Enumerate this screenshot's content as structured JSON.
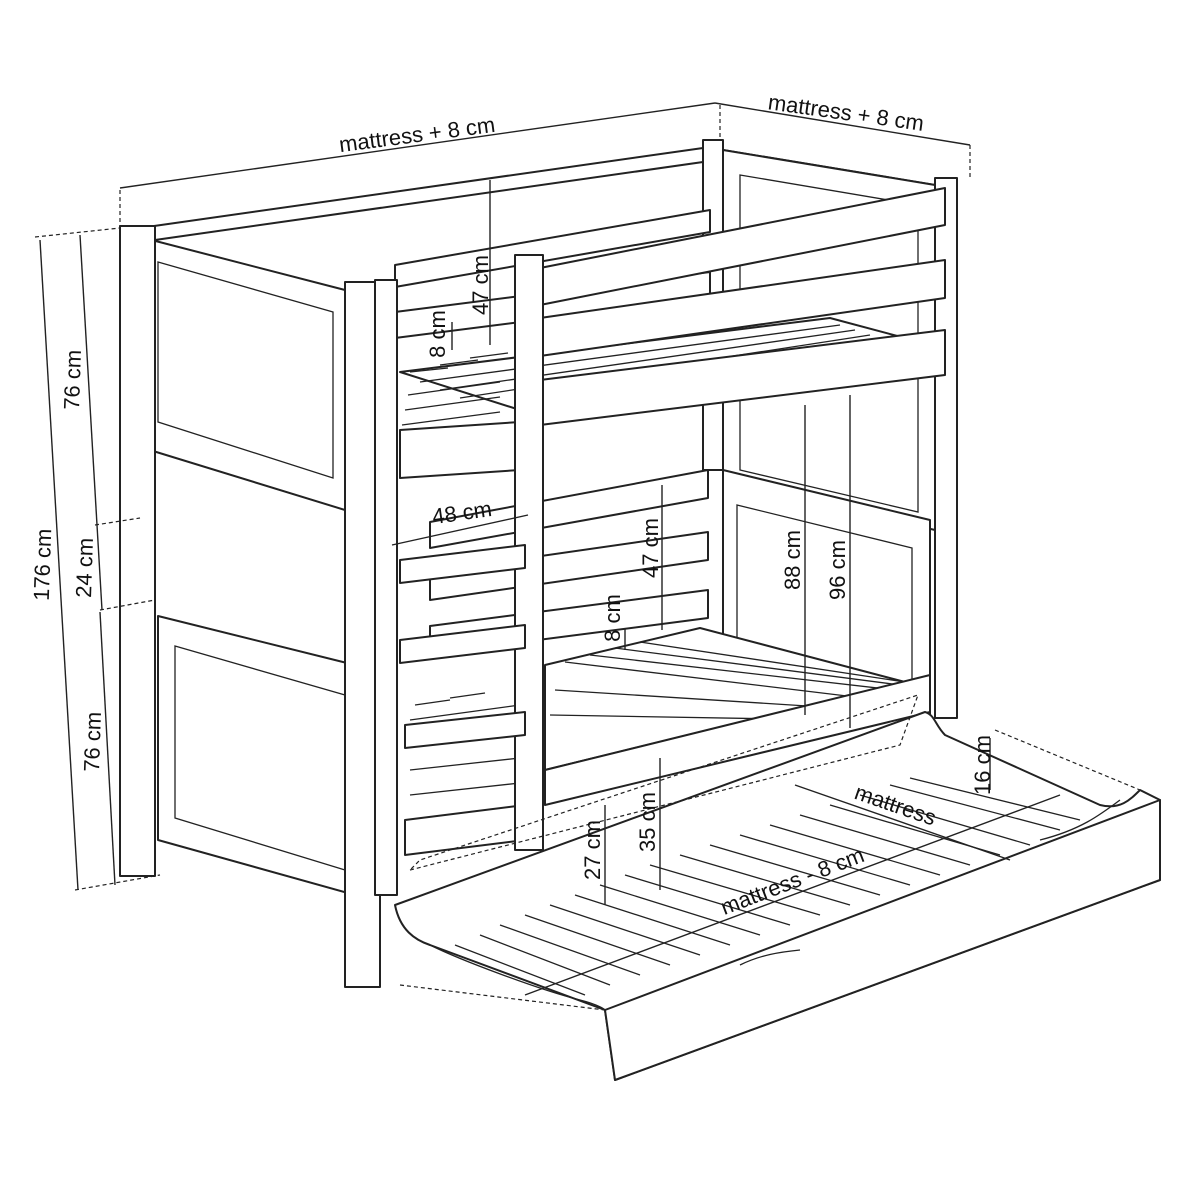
{
  "drawing": {
    "colors": {
      "line": "#222222",
      "background": "#ffffff"
    },
    "labels": {
      "length_top": "mattress + 8 cm",
      "width_top": "mattress + 8 cm",
      "total_height": "176 cm",
      "upper_head_height": "76 cm",
      "middle_gap": "24 cm",
      "lower_head_height": "76 cm",
      "upper_rail_height": "47 cm",
      "upper_slat_gap": "8 cm",
      "ladder_width": "48 cm",
      "lower_rail_height": "47 cm",
      "lower_slat_gap": "8 cm",
      "clearance_88": "88 cm",
      "clearance_96": "96 cm",
      "drawer_35": "35 cm",
      "drawer_27": "27 cm",
      "drawer_16": "16 cm",
      "drawer_width": "mattress",
      "drawer_length": "mattress - 8 cm"
    }
  }
}
